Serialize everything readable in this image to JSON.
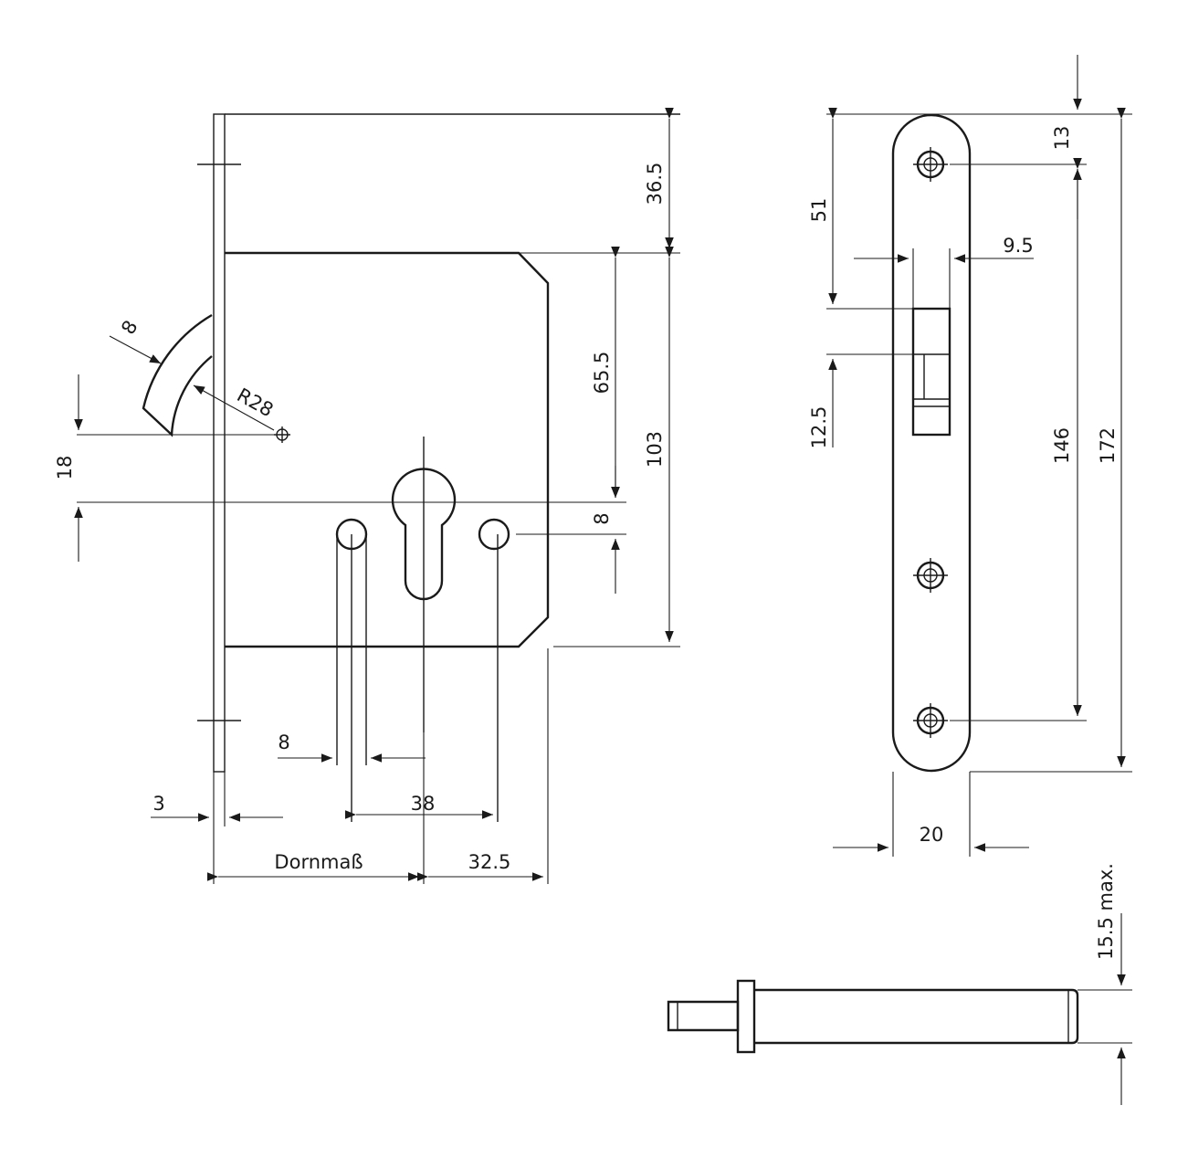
{
  "labels": {
    "dim_36_5": "36.5",
    "dim_65_5": "65.5",
    "dim_103": "103",
    "dim_8_keyhole": "8",
    "dim_18": "18",
    "dim_r28": "R28",
    "dim_8_arc": "8",
    "dim_8_hole": "8",
    "dim_3": "3",
    "dim_38": "38",
    "dim_dornmass": "Dornmaß",
    "dim_32_5": "32.5",
    "dim_51": "51",
    "dim_9_5": "9.5",
    "dim_12_5": "12.5",
    "dim_13": "13",
    "dim_146": "146",
    "dim_172": "172",
    "dim_20": "20",
    "dim_15_5": "15.5 max."
  },
  "colors": {
    "line": "#1a1a1a",
    "background": "#ffffff"
  }
}
